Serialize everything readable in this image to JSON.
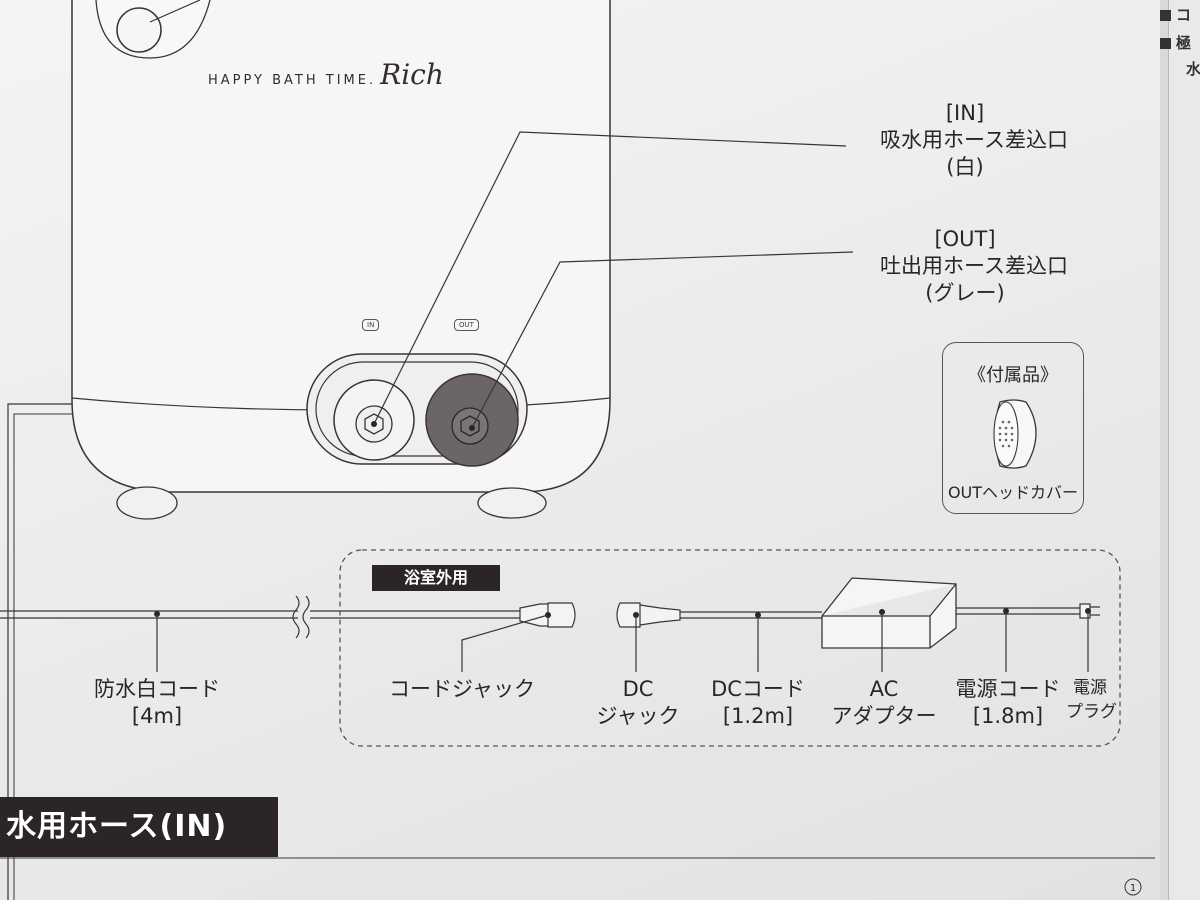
{
  "device": {
    "logo_text": "HAPPY BATH TIME.",
    "logo_script": "Rich",
    "port_in_tag": "IN",
    "port_out_tag": "OUT"
  },
  "callouts": {
    "in_port": {
      "tag": "[IN]",
      "name": "吸水用ホース差込口",
      "color": "(白)"
    },
    "out_port": {
      "tag": "[OUT]",
      "name": "吐出用ホース差込口",
      "color": "(グレー)"
    }
  },
  "accessory": {
    "title": "《付属品》",
    "name": "OUTヘッドカバー"
  },
  "outdoor_tag": "浴室外用",
  "cord_labels": {
    "waterproof_cord": {
      "line1": "防水白コード",
      "line2": "[4m]"
    },
    "cord_jack": {
      "line1": "コードジャック"
    },
    "dc_jack": {
      "line1": "DC",
      "line2": "ジャック"
    },
    "dc_cord": {
      "line1": "DCコード",
      "line2": "[1.2m]"
    },
    "ac_adapter": {
      "line1": "AC",
      "line2": "アダプター"
    },
    "power_cord": {
      "line1": "電源コード",
      "line2": "[1.8m]"
    },
    "power_plug": {
      "line1": "電源",
      "line2": "プラグ"
    }
  },
  "section_heading": "水用ホース(IN)",
  "page_number": "1",
  "edge_text": {
    "line1": "コ",
    "line2": "極",
    "line3": "水"
  },
  "colors": {
    "ink": "#2b2527",
    "paper": "#f0f0f2",
    "out_port_fill": "#6b6567"
  }
}
